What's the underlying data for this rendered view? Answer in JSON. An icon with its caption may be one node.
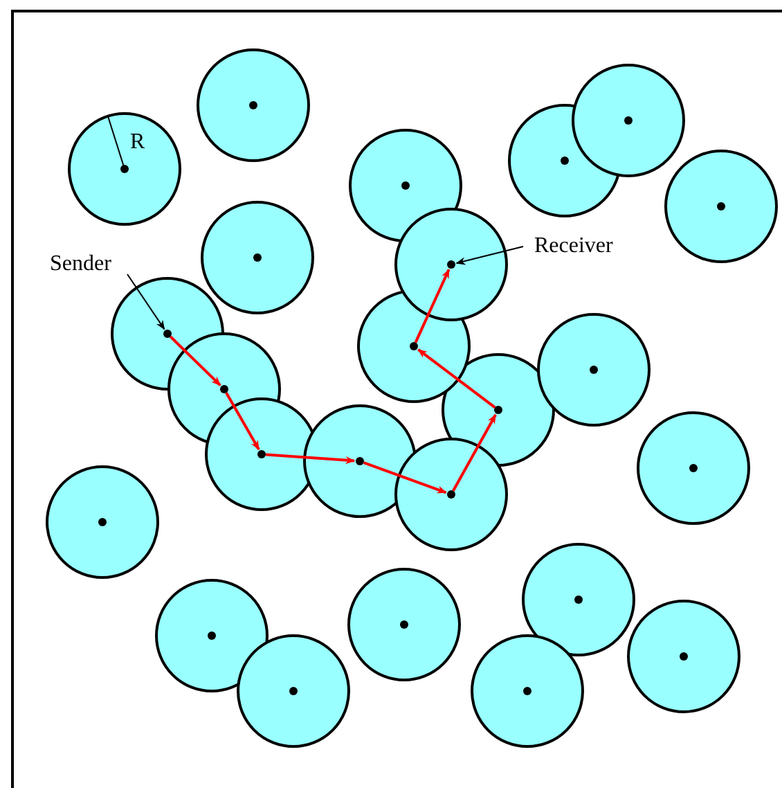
{
  "diagram": {
    "nodes": [
      {
        "text": [],
        "shape": "circle"
      },
      {
        "text": [],
        "shape": "circle"
      },
      {
        "text": [],
        "shape": "circle"
      },
      {
        "text": [],
        "shape": "circle"
      },
      {
        "text": [],
        "shape": "circle"
      },
      {
        "text": [],
        "shape": "circle"
      },
      {
        "text": [
          "Receiver"
        ]
      },
      {
        "text": [],
        "shape": "circle"
      },
      {
        "text": [
          "Sender"
        ]
      },
      {
        "text": [],
        "shape": "circle"
      },
      {
        "text": [],
        "shape": "circle"
      },
      {
        "text": [],
        "shape": "circle"
      },
      {
        "text": [],
        "shape": "circle"
      },
      {
        "text": [],
        "shape": "circle"
      },
      {
        "text": [],
        "shape": "circle"
      },
      {
        "text": [],
        "shape": "circle"
      },
      {
        "text": [],
        "shape": "circle"
      },
      {
        "text": [],
        "shape": "circle"
      },
      {
        "text": [],
        "shape": "circle"
      },
      {
        "text": [],
        "shape": "circle"
      },
      {
        "text": [],
        "shape": "circle"
      },
      {
        "text": [],
        "shape": "circle"
      },
      {
        "text": [],
        "shape": "circle"
      },
      {
        "text": [],
        "shape": "circle"
      },
      {
        "text": [],
        "shape": "circle"
      },
      {
        "text": [],
        "shape": "circle"
      }
    ],
    "edges": [
      {
        "from": 8,
        "to": 10,
        "arrow": "to",
        "color": "#000000"
      },
      {
        "from": 6,
        "to": 9,
        "arrow": "to",
        "color": "#000000"
      },
      {
        "from": 10,
        "to": 13,
        "arrow": "to"
      },
      {
        "from": 13,
        "to": 15,
        "arrow": "to"
      },
      {
        "from": 15,
        "to": 16,
        "arrow": "to"
      },
      {
        "from": 16,
        "to": 18,
        "arrow": "to"
      },
      {
        "from": 18,
        "to": 14,
        "arrow": "to"
      },
      {
        "from": 14,
        "to": 11,
        "arrow": "to"
      },
      {
        "from": 11,
        "to": 9,
        "arrow": "to"
      }
    ],
    "labels": [
      "R"
    ]
  }
}
